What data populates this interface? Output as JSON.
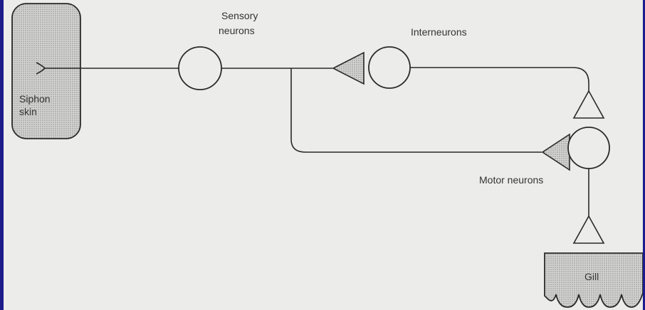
{
  "labels": {
    "siphon_line1": "Siphon",
    "siphon_line2": "skin",
    "sensory_line1": "Sensory",
    "sensory_line2": "neurons",
    "interneurons": "Interneurons",
    "motor_neurons": "Motor neurons",
    "gill": "Gill"
  },
  "colors": {
    "frame": "#1c1c8a",
    "background": "#ececea",
    "ink": "#2a2a2a",
    "stipple": "#b0b0b0"
  }
}
